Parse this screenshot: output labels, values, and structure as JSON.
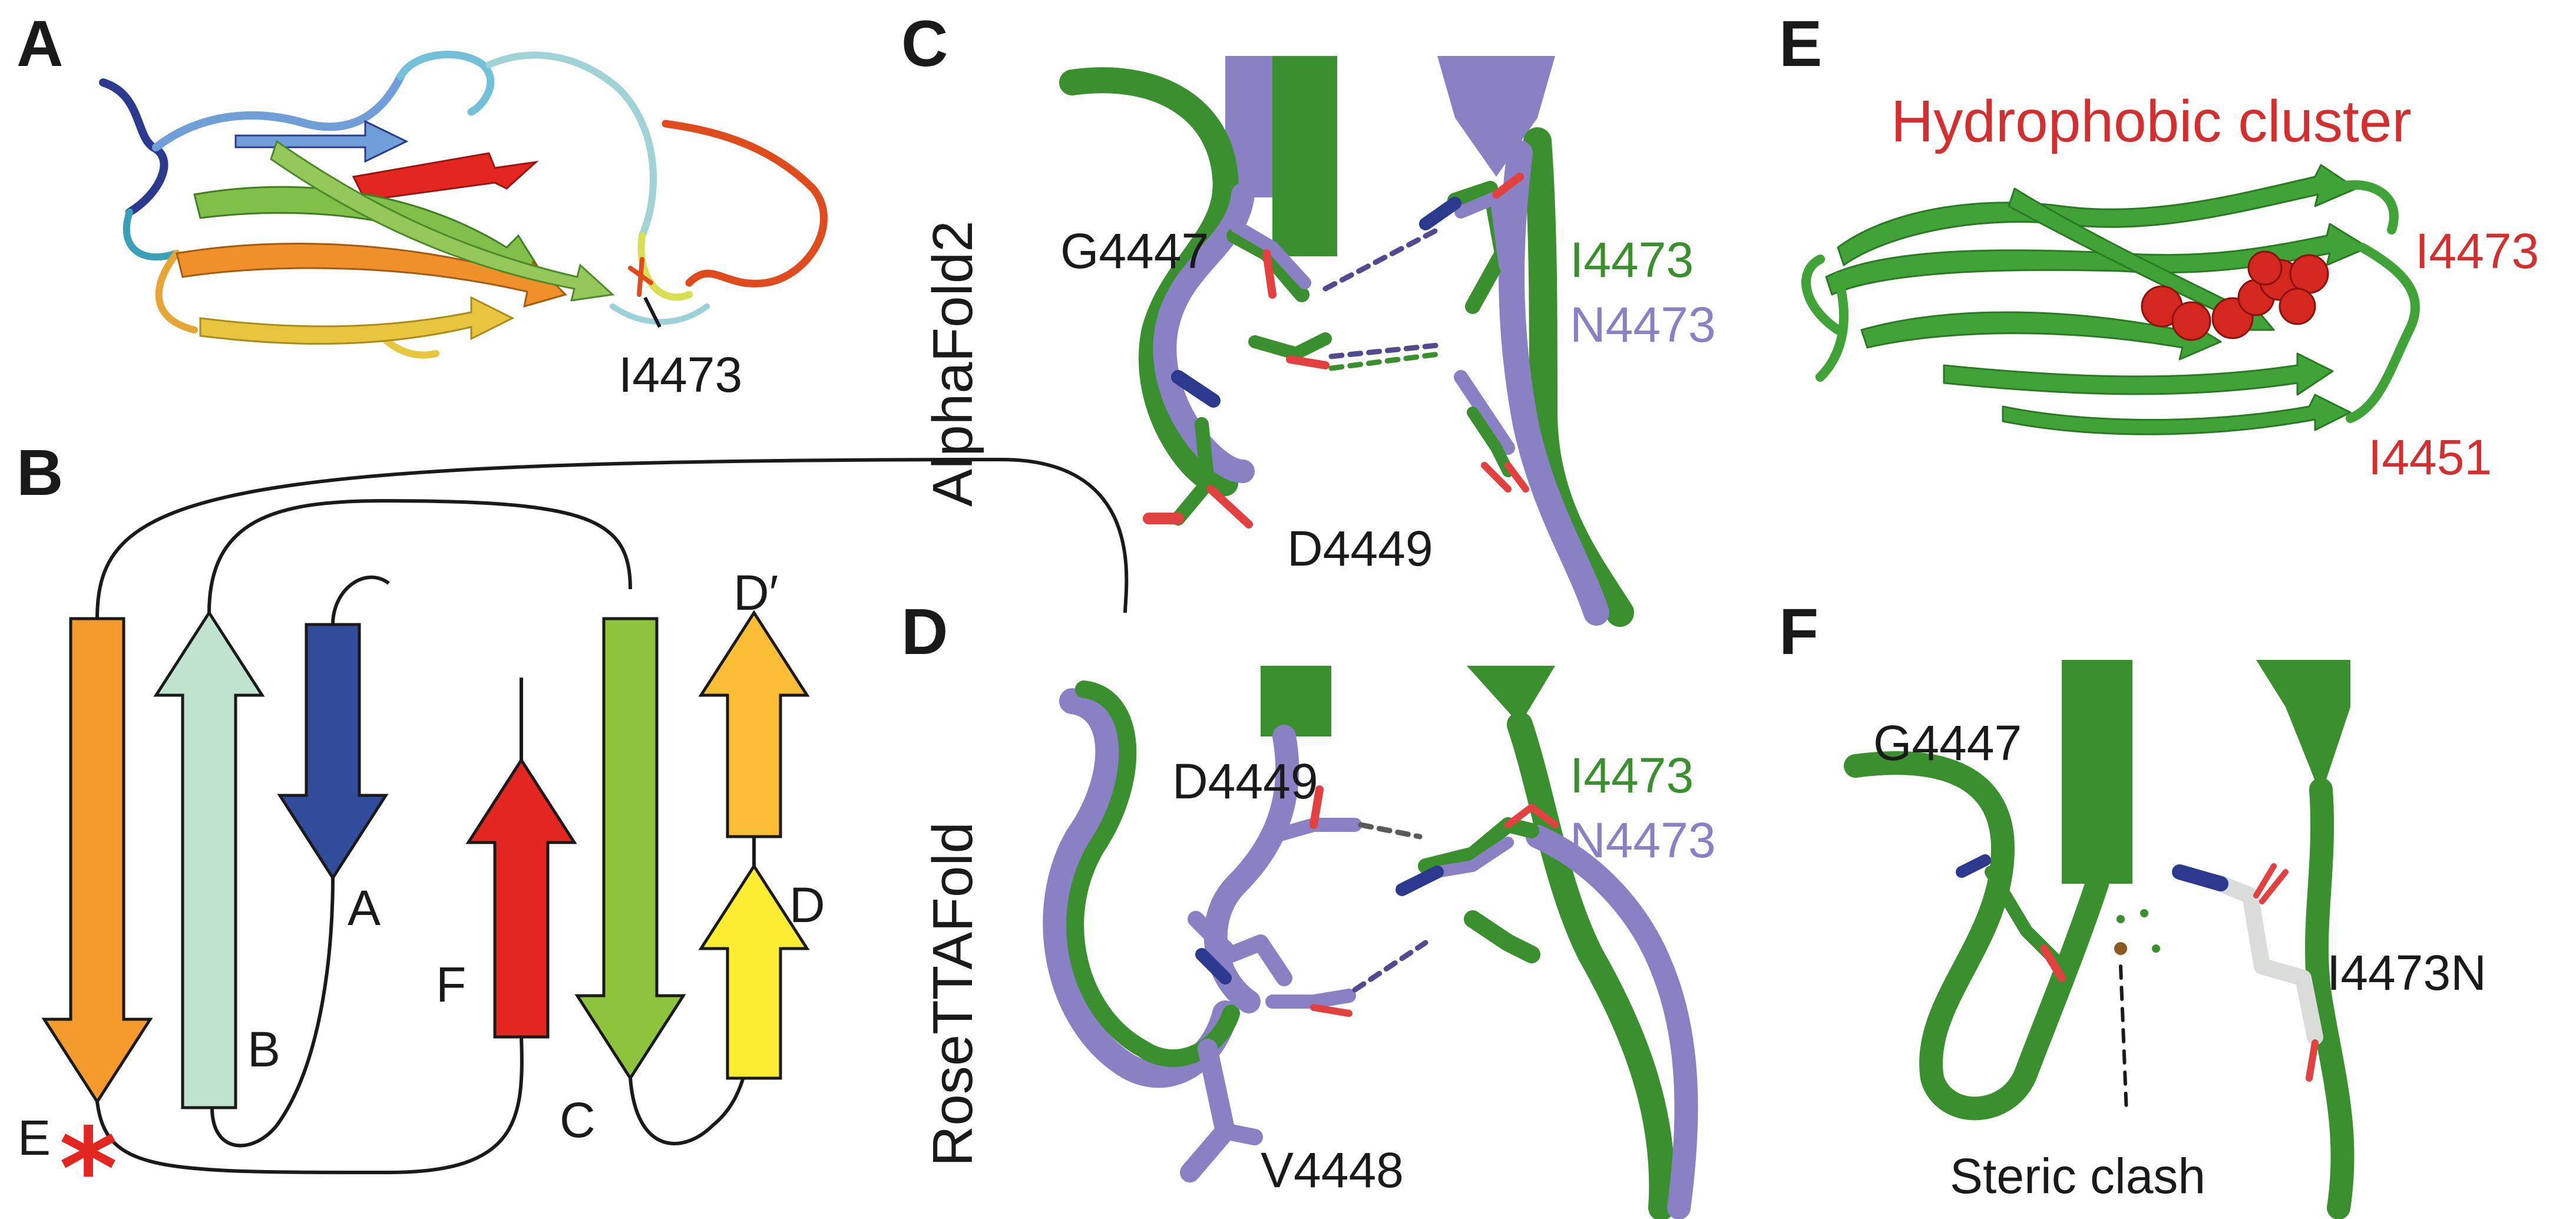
{
  "colors": {
    "green": "#3a8f2e",
    "lavender": "#8a80c4",
    "red": "#d32f2f",
    "label": "#1a1a1a",
    "strand_E": "#f59a2c",
    "strand_B": "#bfe3cf",
    "strand_A": "#324c9c",
    "strand_F": "#e3261f",
    "strand_C": "#8ec33c",
    "strand_Dprime": "#fbbd36",
    "strand_D": "#fbeb31",
    "mutant": "#d9dcd9"
  },
  "panels": {
    "A": {
      "label": "A",
      "residue": "I4473"
    },
    "B": {
      "label": "B",
      "strands": {
        "E": "E",
        "B": "B",
        "A": "A",
        "F": "F",
        "C": "C",
        "Dprime": "D′",
        "D": "D"
      },
      "marker": "*"
    },
    "C": {
      "label": "C",
      "method": "AlphaFold2",
      "res1": "G4447",
      "res2": "D4449",
      "wt": "I4473",
      "mut": "N4473"
    },
    "D": {
      "label": "D",
      "method": "RoseTTAFold",
      "res1": "D4449",
      "res2": "V4448",
      "wt": "I4473",
      "mut": "N4473"
    },
    "E": {
      "label": "E",
      "title": "Hydrophobic cluster",
      "res1": "I4473",
      "res2": "I4451"
    },
    "F": {
      "label": "F",
      "res1": "G4447",
      "res2": "I4473N",
      "annotation": "Steric clash"
    }
  }
}
